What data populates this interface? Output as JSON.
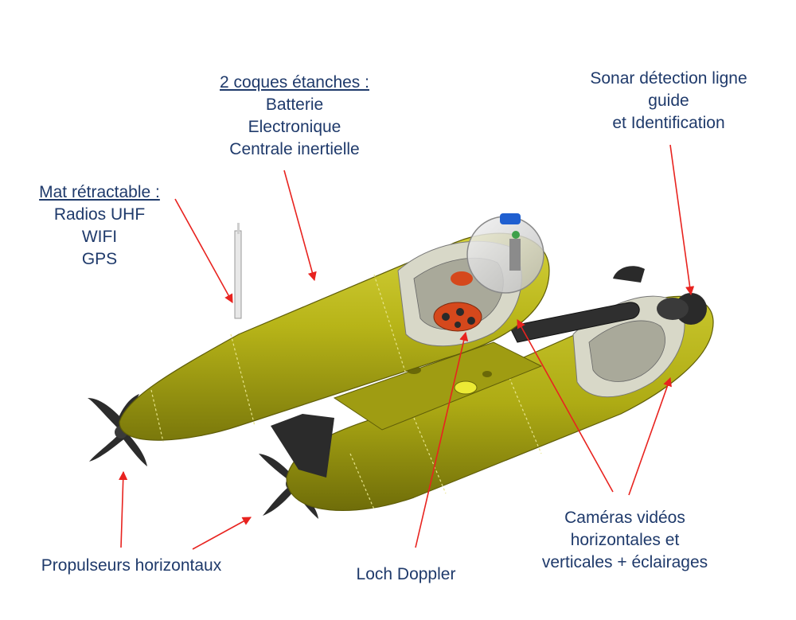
{
  "labels": {
    "hulls": {
      "heading": "2 coques étanches :",
      "lines": [
        "Batterie",
        "Electronique",
        "Centrale inertielle"
      ]
    },
    "mast": {
      "heading": "Mat rétractable :",
      "lines": [
        "Radios UHF",
        "WIFI",
        "GPS"
      ]
    },
    "sonar": {
      "lines": [
        "Sonar détection ligne",
        "guide",
        "et Identification"
      ]
    },
    "propellers": {
      "text": "Propulseurs horizontaux"
    },
    "doppler": {
      "text": "Loch Doppler"
    },
    "cameras": {
      "lines": [
        "Caméras vidéos",
        "horizontales et",
        "verticales + éclairages"
      ]
    }
  },
  "colors": {
    "label_text": "#1f3a6b",
    "arrow": "#e8231f",
    "hull_yellow": "#b8b51a",
    "hull_shadow": "#7e7c0a",
    "dark_part": "#2a2a2a",
    "orange_part": "#d5481c",
    "blue_cap": "#1f5fd0"
  }
}
